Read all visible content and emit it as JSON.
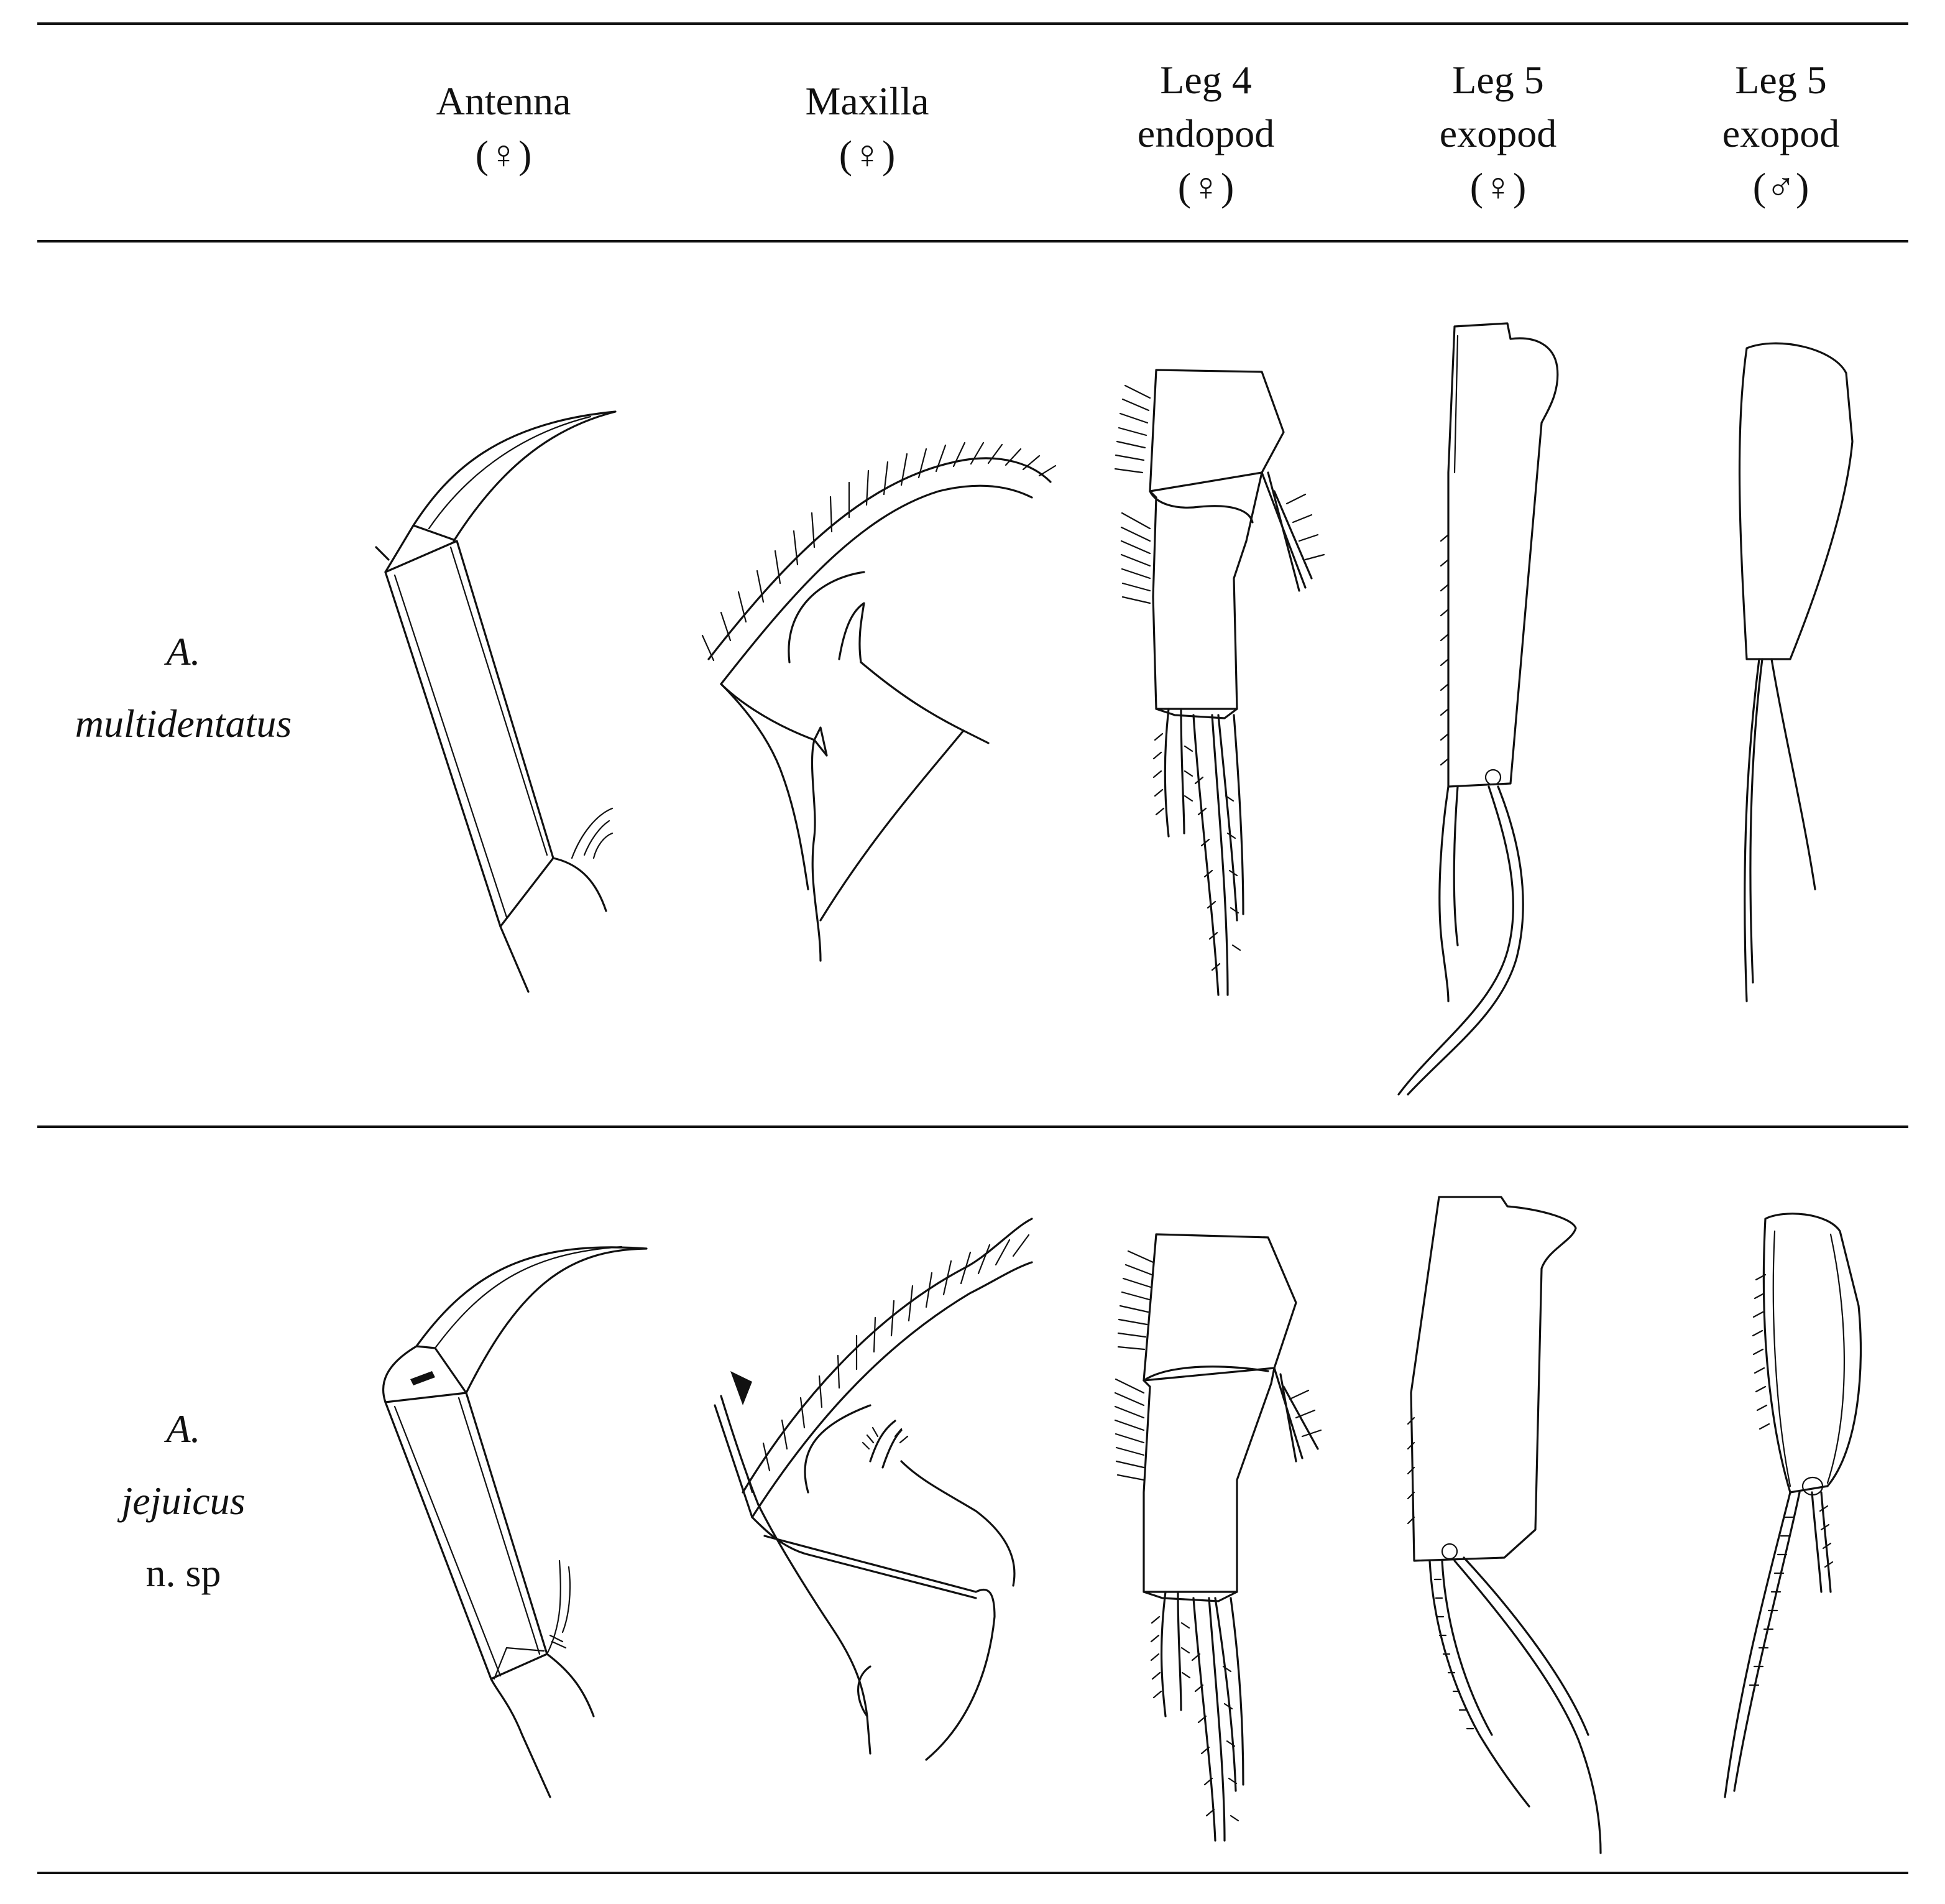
{
  "columns": [
    {
      "line1": "Antenna",
      "line2": "(♀)",
      "line3": ""
    },
    {
      "line1": "Maxilla",
      "line2": "(♀)",
      "line3": ""
    },
    {
      "line1": "Leg  4",
      "line2": "endopod",
      "line3": "(♀)"
    },
    {
      "line1": "Leg  5",
      "line2": "exopod",
      "line3": "(♀)"
    },
    {
      "line1": "Leg  5",
      "line2": "exopod",
      "line3": "(♂)"
    }
  ],
  "rows": [
    {
      "genus": "A.",
      "species": "multidentatus",
      "suffix": ""
    },
    {
      "genus": "A.",
      "species": "jejuicus",
      "suffix": "n.  sp"
    }
  ],
  "icons": [
    "arrowhead-marker-icon"
  ],
  "colors": {
    "ink": "#111111",
    "paper": "#ffffff"
  }
}
